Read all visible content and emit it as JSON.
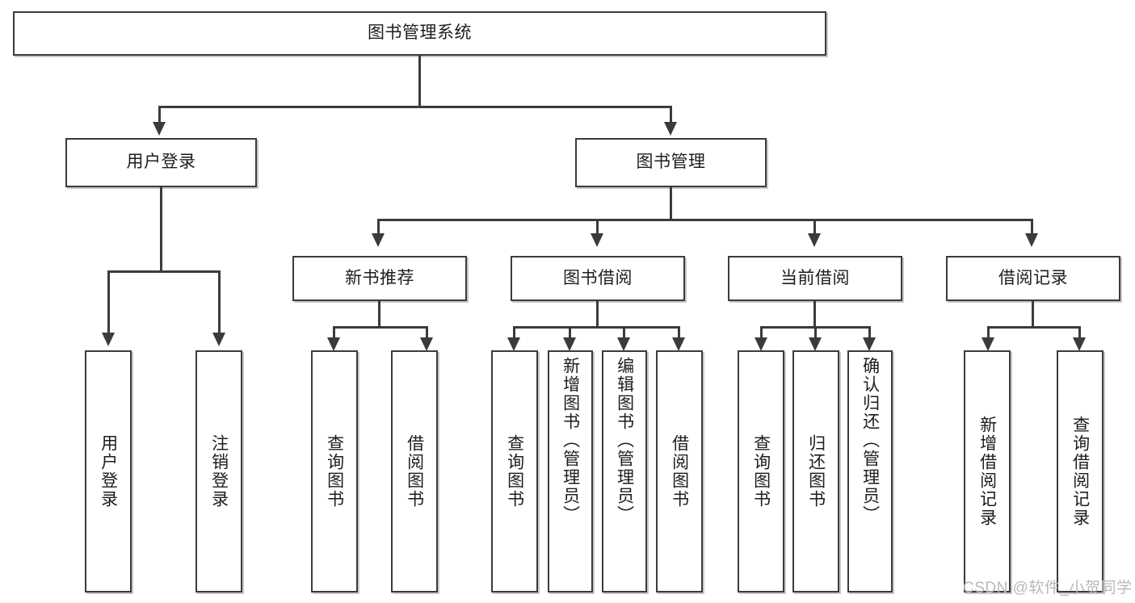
{
  "diagram": {
    "title": "图书管理系统",
    "type": "tree-hierarchy",
    "watermark": "CSDN @软件_小贺同学",
    "colors": {
      "border": "#3b3b3b",
      "fill": "#ffffff",
      "text": "#1d1d1d",
      "watermark": "#b9b9b9"
    },
    "nodes": {
      "root": {
        "label": "图书管理系统"
      },
      "level2": [
        {
          "label": "用户登录"
        },
        {
          "label": "图书管理"
        }
      ],
      "level3": [
        {
          "label": "新书推荐"
        },
        {
          "label": "图书借阅"
        },
        {
          "label": "当前借阅"
        },
        {
          "label": "借阅记录"
        }
      ],
      "leaves": {
        "user_login": [
          {
            "label": "用户登录"
          },
          {
            "label": "注销登录"
          }
        ],
        "new_book": [
          {
            "label": "查询图书"
          },
          {
            "label": "借阅图书"
          }
        ],
        "book_borrow": [
          {
            "label": "查询图书"
          },
          {
            "label": "新增图书（管理员）"
          },
          {
            "label": "编辑图书（管理员）"
          },
          {
            "label": "借阅图书"
          }
        ],
        "current_borrow": [
          {
            "label": "查询图书"
          },
          {
            "label": "归还图书"
          },
          {
            "label": "确认归还（管理员）"
          }
        ],
        "borrow_record": [
          {
            "label": "新增借阅记录"
          },
          {
            "label": "查询借阅记录"
          }
        ]
      }
    }
  }
}
